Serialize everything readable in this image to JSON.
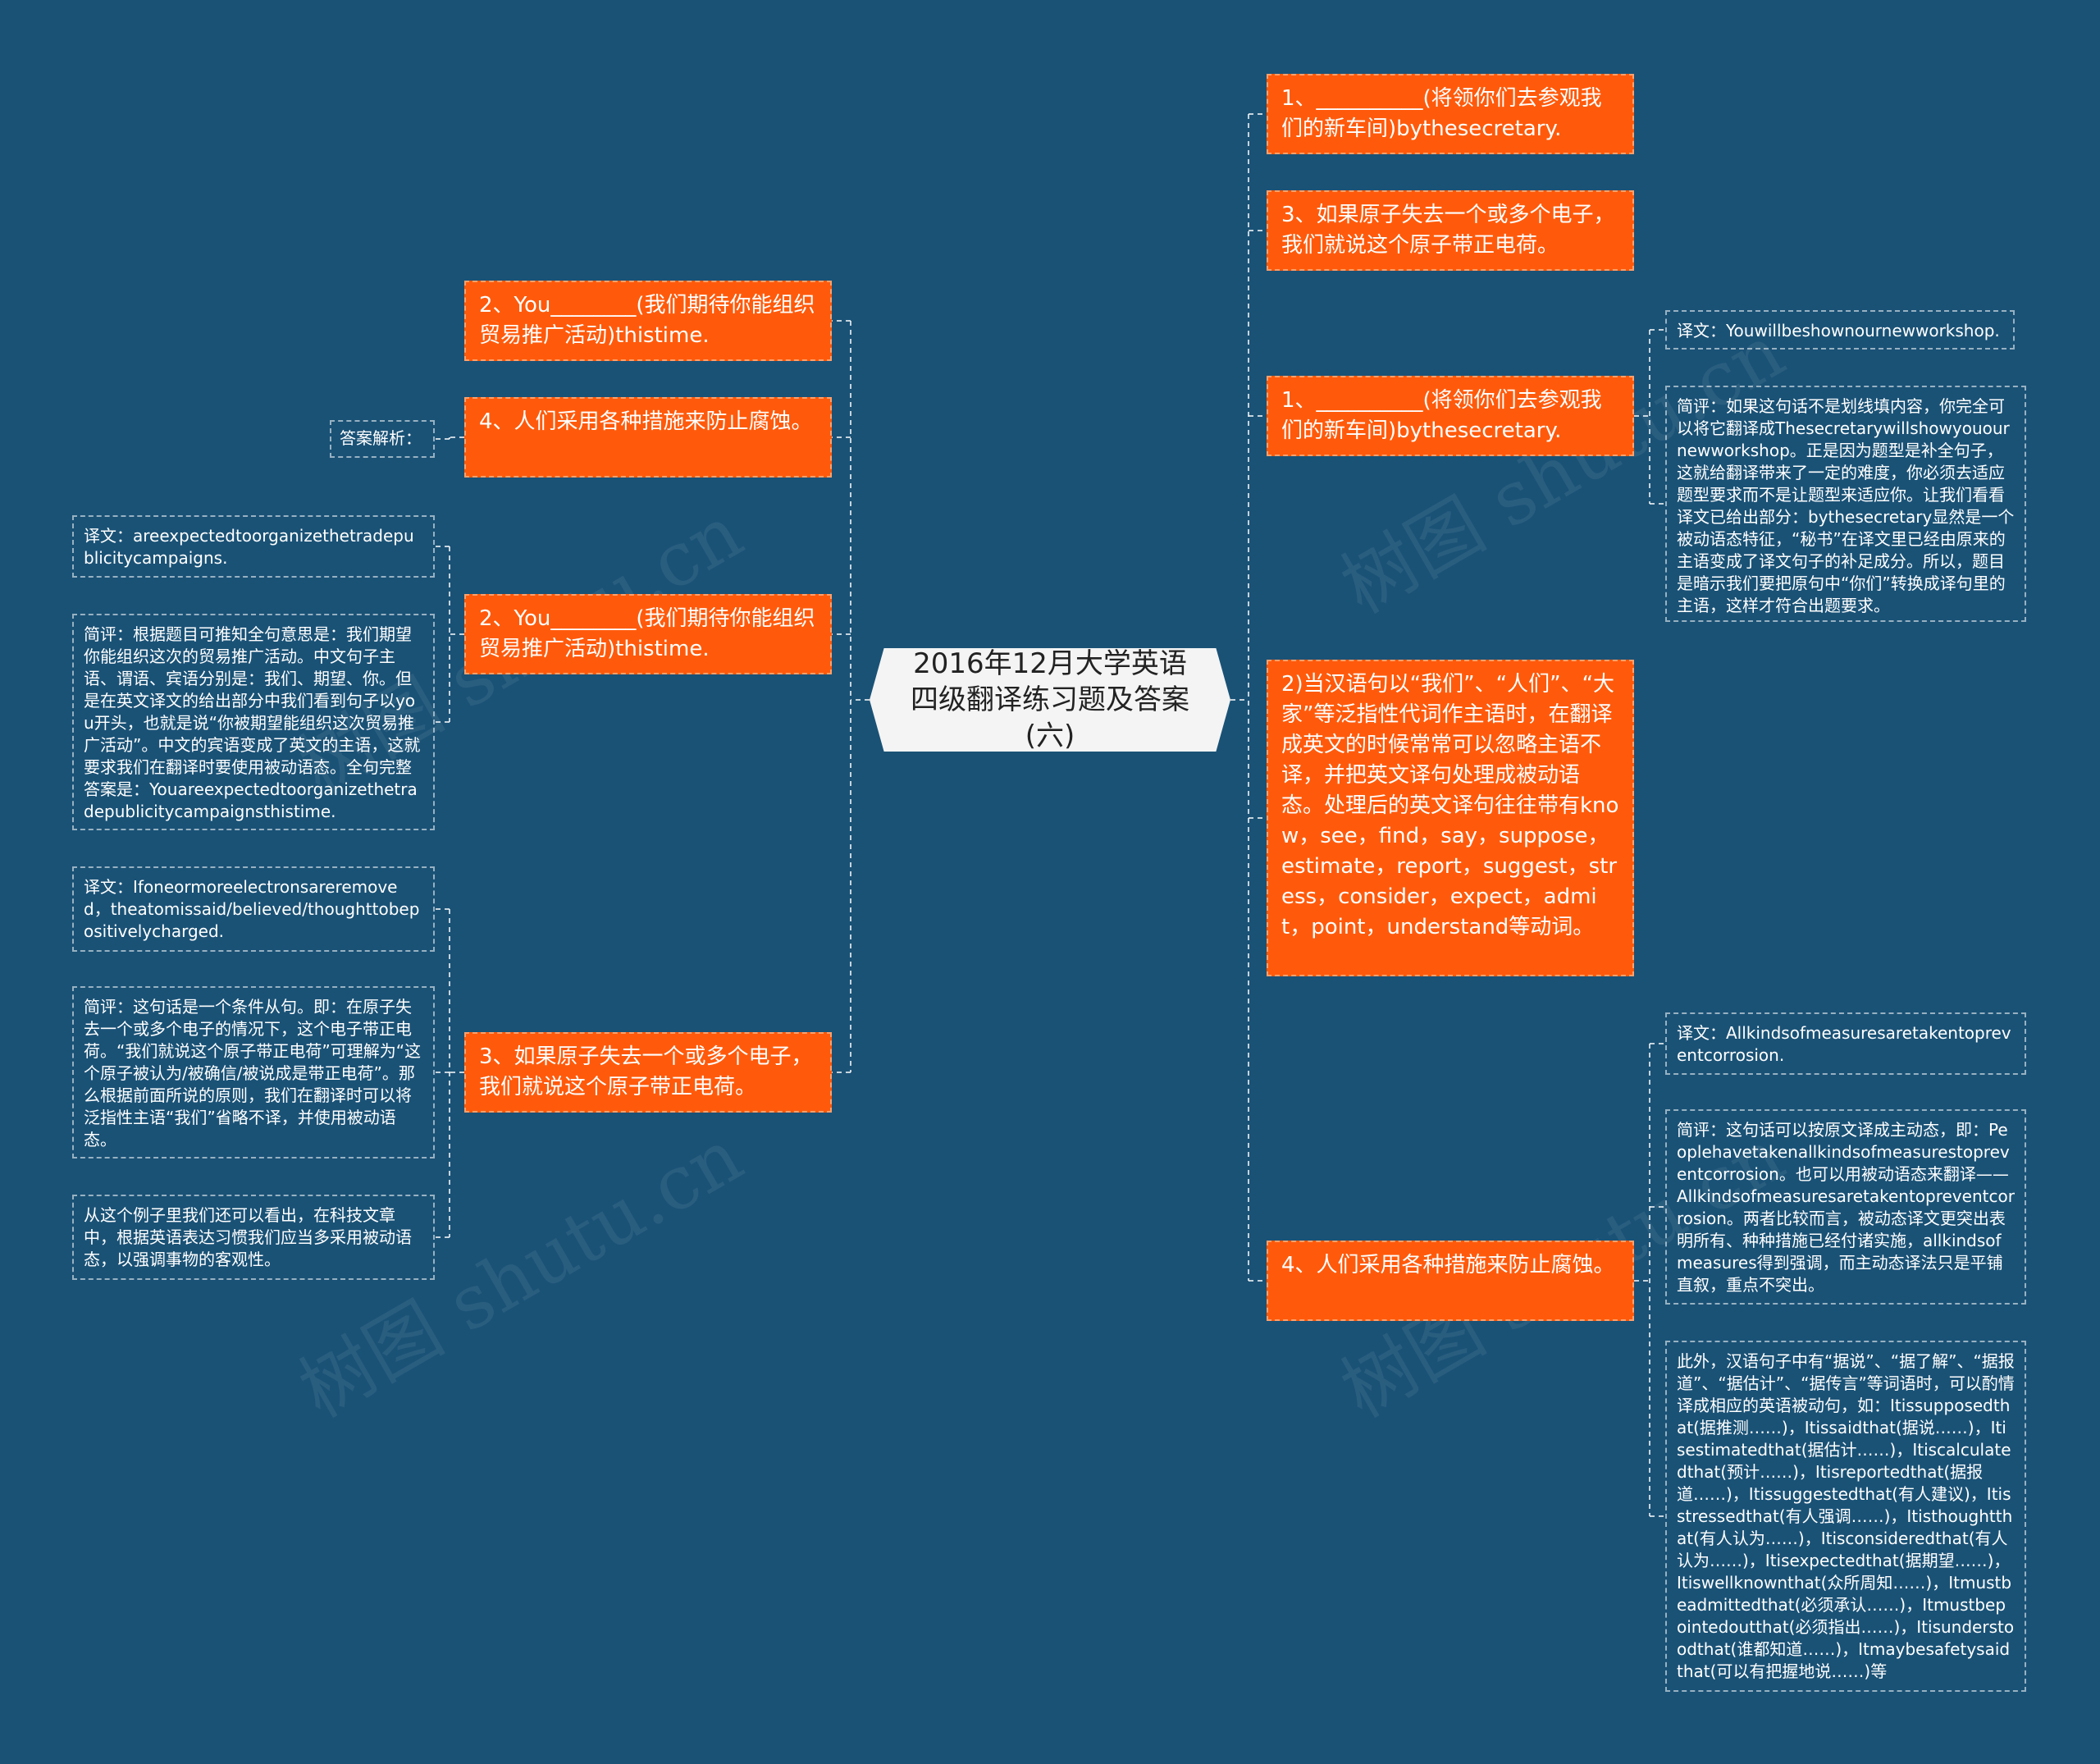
{
  "title": "2016年12月大学英语四级翻译练习题及答案(六)",
  "watermark": "树图 shutu.cn",
  "colors": {
    "background": "#1a5276",
    "node": "#ff5a0b",
    "center": "#f4f4f4"
  },
  "left": {
    "n1": "2、You________(我们期待你能组织贸易推广活动)thistime.",
    "n2": "4、人们采用各种措施来防止腐蚀。",
    "n2_note": "答案解析：",
    "n3": "2、You________(我们期待你能组织贸易推广活动)thistime.",
    "n3_note1": "译文：areexpectedtoorganizethetradepublicitycampaigns.",
    "n3_note2": "简评：根据题目可推知全句意思是：我们期望你能组织这次的贸易推广活动。中文句子主语、谓语、宾语分别是：我们、期望、你。但是在英文译文的给出部分中我们看到句子以you开头，也就是说“你被期望能组织这次贸易推广活动”。中文的宾语变成了英文的主语，这就要求我们在翻译时要使用被动语态。全句完整答案是：Youareexpectedtoorganizethetradepublicitycampaignsthistime.",
    "n4": "3、如果原子失去一个或多个电子，我们就说这个原子带正电荷。",
    "n4_note1": "译文：Ifoneormoreelectronsareremoved，theatomissaid/believed/thoughttobepositivelycharged.",
    "n4_note2": "简评：这句话是一个条件从句。即：在原子失去一个或多个电子的情况下，这个电子带正电荷。“我们就说这个原子带正电荷”可理解为“这个原子被认为/被确信/被说成是带正电荷”。那么根据前面所说的原则，我们在翻译时可以将泛指性主语“我们”省略不译，并使用被动语态。",
    "n4_note3": "从这个例子里我们还可以看出，在科技文章中，根据英语表达习惯我们应当多采用被动语态，以强调事物的客观性。"
  },
  "right": {
    "r1": "1、__________(将领你们去参观我们的新车间)bythesecretary.",
    "r2": "3、如果原子失去一个或多个电子，我们就说这个原子带正电荷。",
    "r3": "1、__________(将领你们去参观我们的新车间)bythesecretary.",
    "r3_note1": "译文：Youwillbeshownournewworkshop.",
    "r3_note2": "简评：如果这句话不是划线填内容，你完全可以将它翻译成Thesecretarywillshowyouournewworkshop。正是因为题型是补全句子，这就给翻译带来了一定的难度，你必须去适应题型要求而不是让题型来适应你。让我们看看译文已给出部分：bythesecretary显然是一个被动语态特征，“秘书”在译文里已经由原来的主语变成了译文句子的补足成分。所以，题目是暗示我们要把原句中“你们”转换成译句里的主语，这样才符合出题要求。",
    "r4": "2)当汉语句以“我们”、“人们”、“大家”等泛指性代词作主语时，在翻译成英文的时候常常可以忽略主语不译，并把英文译句处理成被动语态。处理后的英文译句往往带有know，see，find，say，suppose，estimate，report，suggest，stress，consider，expect，admit，point，understand等动词。",
    "r5": "4、人们采用各种措施来防止腐蚀。",
    "r5_note1": "译文：Allkindsofmeasuresaretakentopreventcorrosion.",
    "r5_note2": "简评：这句话可以按原文译成主动态，即：Peoplehavetakenallkindsofmeasurestopreventcorrosion。也可以用被动语态来翻译——Allkindsofmeasuresaretakentopreventcorrosion。两者比较而言，被动态译文更突出表明所有、种种措施已经付诸实施，allkindsofmeasures得到强调，而主动态译法只是平铺直叙，重点不突出。",
    "r5_note3": "此外，汉语句子中有“据说”、“据了解”、“据报道”、“据估计”、“据传言”等词语时，可以酌情译成相应的英语被动句，如：Itissupposedthat(据推测……)，Itissaidthat(据说……)，Itisestimatedthat(据估计……)，Itiscalculatedthat(预计……)，Itisreportedthat(据报道……)，Itissuggestedthat(有人建议)，Itisstressedthat(有人强调……)，Itisthoughtthat(有人认为……)，Itisconsideredthat(有人认为……)，Itisexpectedthat(据期望……)，Itiswellknownthat(众所周知……)，Itmustbeadmittedthat(必须承认……)，Itmustbepointedoutthat(必须指出……)，Itisunderstoodthat(谁都知道……)，Itmaybesafetysaidthat(可以有把握地说……)等"
  }
}
